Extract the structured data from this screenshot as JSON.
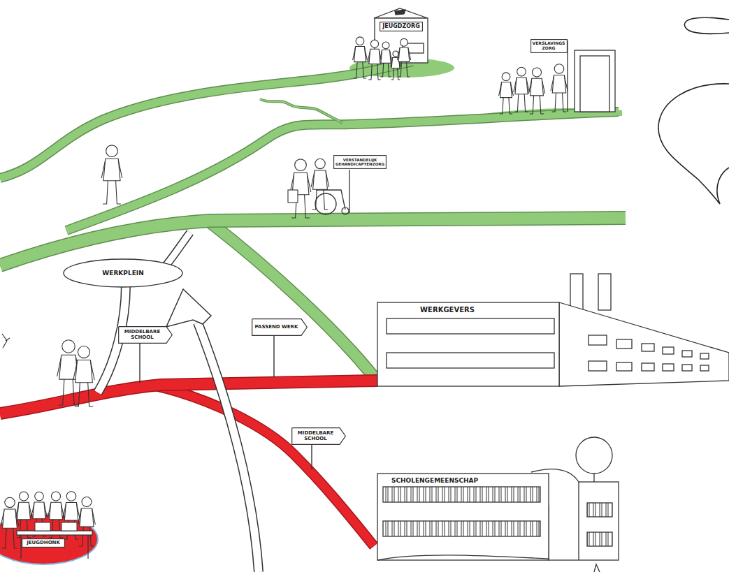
{
  "diagram": {
    "nodes": [
      {
        "text": [
          "JEUGDZORG"
        ]
      },
      {
        "text": [
          "VERSLAVINGS ZORG"
        ]
      },
      {
        "text": [
          "VERSTANDELIJK GEHANDICAPTENZORG"
        ]
      },
      {
        "text": [
          "WERKPLEIN"
        ]
      },
      {
        "text": [
          "MIDDELBARE SCHOOL"
        ]
      },
      {
        "text": [
          "PASSEND WERK"
        ]
      },
      {
        "text": [
          "WERKGEVERS"
        ]
      },
      {
        "text": [
          "MIDDELBARE SCHOOL"
        ]
      },
      {
        "text": [
          "SCHOLENGEMEENSCHAP"
        ]
      },
      {
        "text": [
          "JEUGDHONK"
        ]
      }
    ]
  }
}
